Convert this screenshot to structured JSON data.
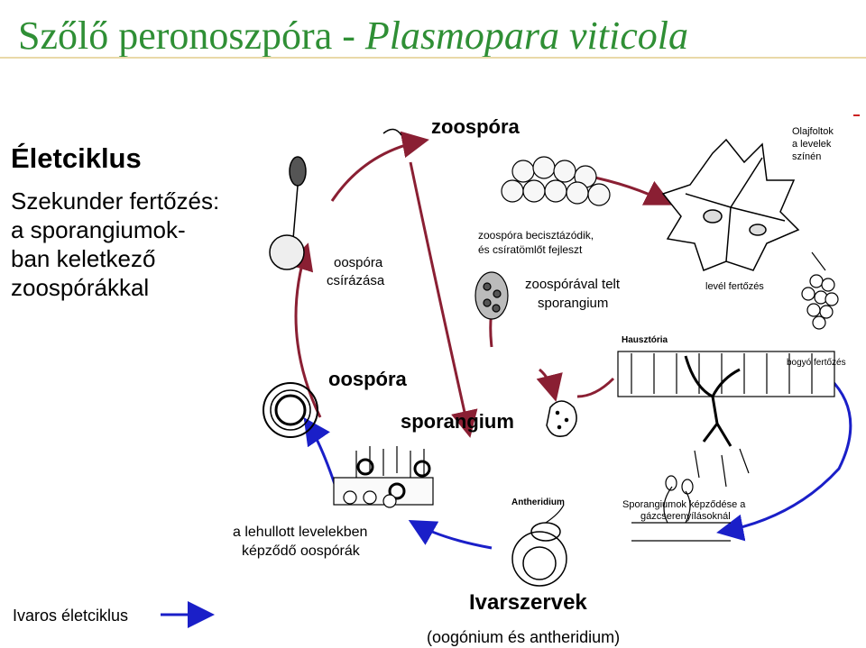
{
  "title": {
    "main": "Szőlő peronoszpóra - ",
    "latin": "Plasmopara viticola"
  },
  "side": {
    "heading": "Életciklus",
    "lines": [
      "Szekunder fertőzés:",
      "a sporangiumok-",
      "ban keletkező",
      "zoospórákkal"
    ]
  },
  "labels": {
    "zoospora": "zoospóra",
    "oospora_csirazasa_1": "oospóra",
    "oospora_csirazasa_2": "csírázása",
    "becisztazodik_1": "zoospóra becisztázódik,",
    "becisztazodik_2": "és csíratömlőt fejleszt",
    "zoosporaval_1": "zoospórával telt",
    "zoosporaval_2": "sporangium",
    "olajfoltok_1": "Olajfoltok",
    "olajfoltok_2": "a levelek",
    "olajfoltok_3": "színén",
    "level_fertozes": "levél fertőzés",
    "bogyo_fertozes": "bogyó fertőzés",
    "oospora": "oospóra",
    "sporangium": "sporangium",
    "hausztoria": "Hausztória",
    "lehullott_1": "a lehullott levelekben",
    "lehullott_2": "képződő oospórák",
    "antheridium": "Antheridium",
    "sporangiumok_1": "Sporangiumok képződése a",
    "sporangiumok_2": "gázcserenyílásoknál"
  },
  "legend": {
    "label": "Ivaros életciklus",
    "arrow_color": "#1a1fc8"
  },
  "organs": {
    "title": "Ivarszervek",
    "subtitle": "(oogónium és antheridium)"
  },
  "colors": {
    "title": "#2f8f35",
    "cycle_arrow": "#8a1f33",
    "sexual_arrow": "#1a1fc8",
    "rule": "#e9d9a8"
  }
}
